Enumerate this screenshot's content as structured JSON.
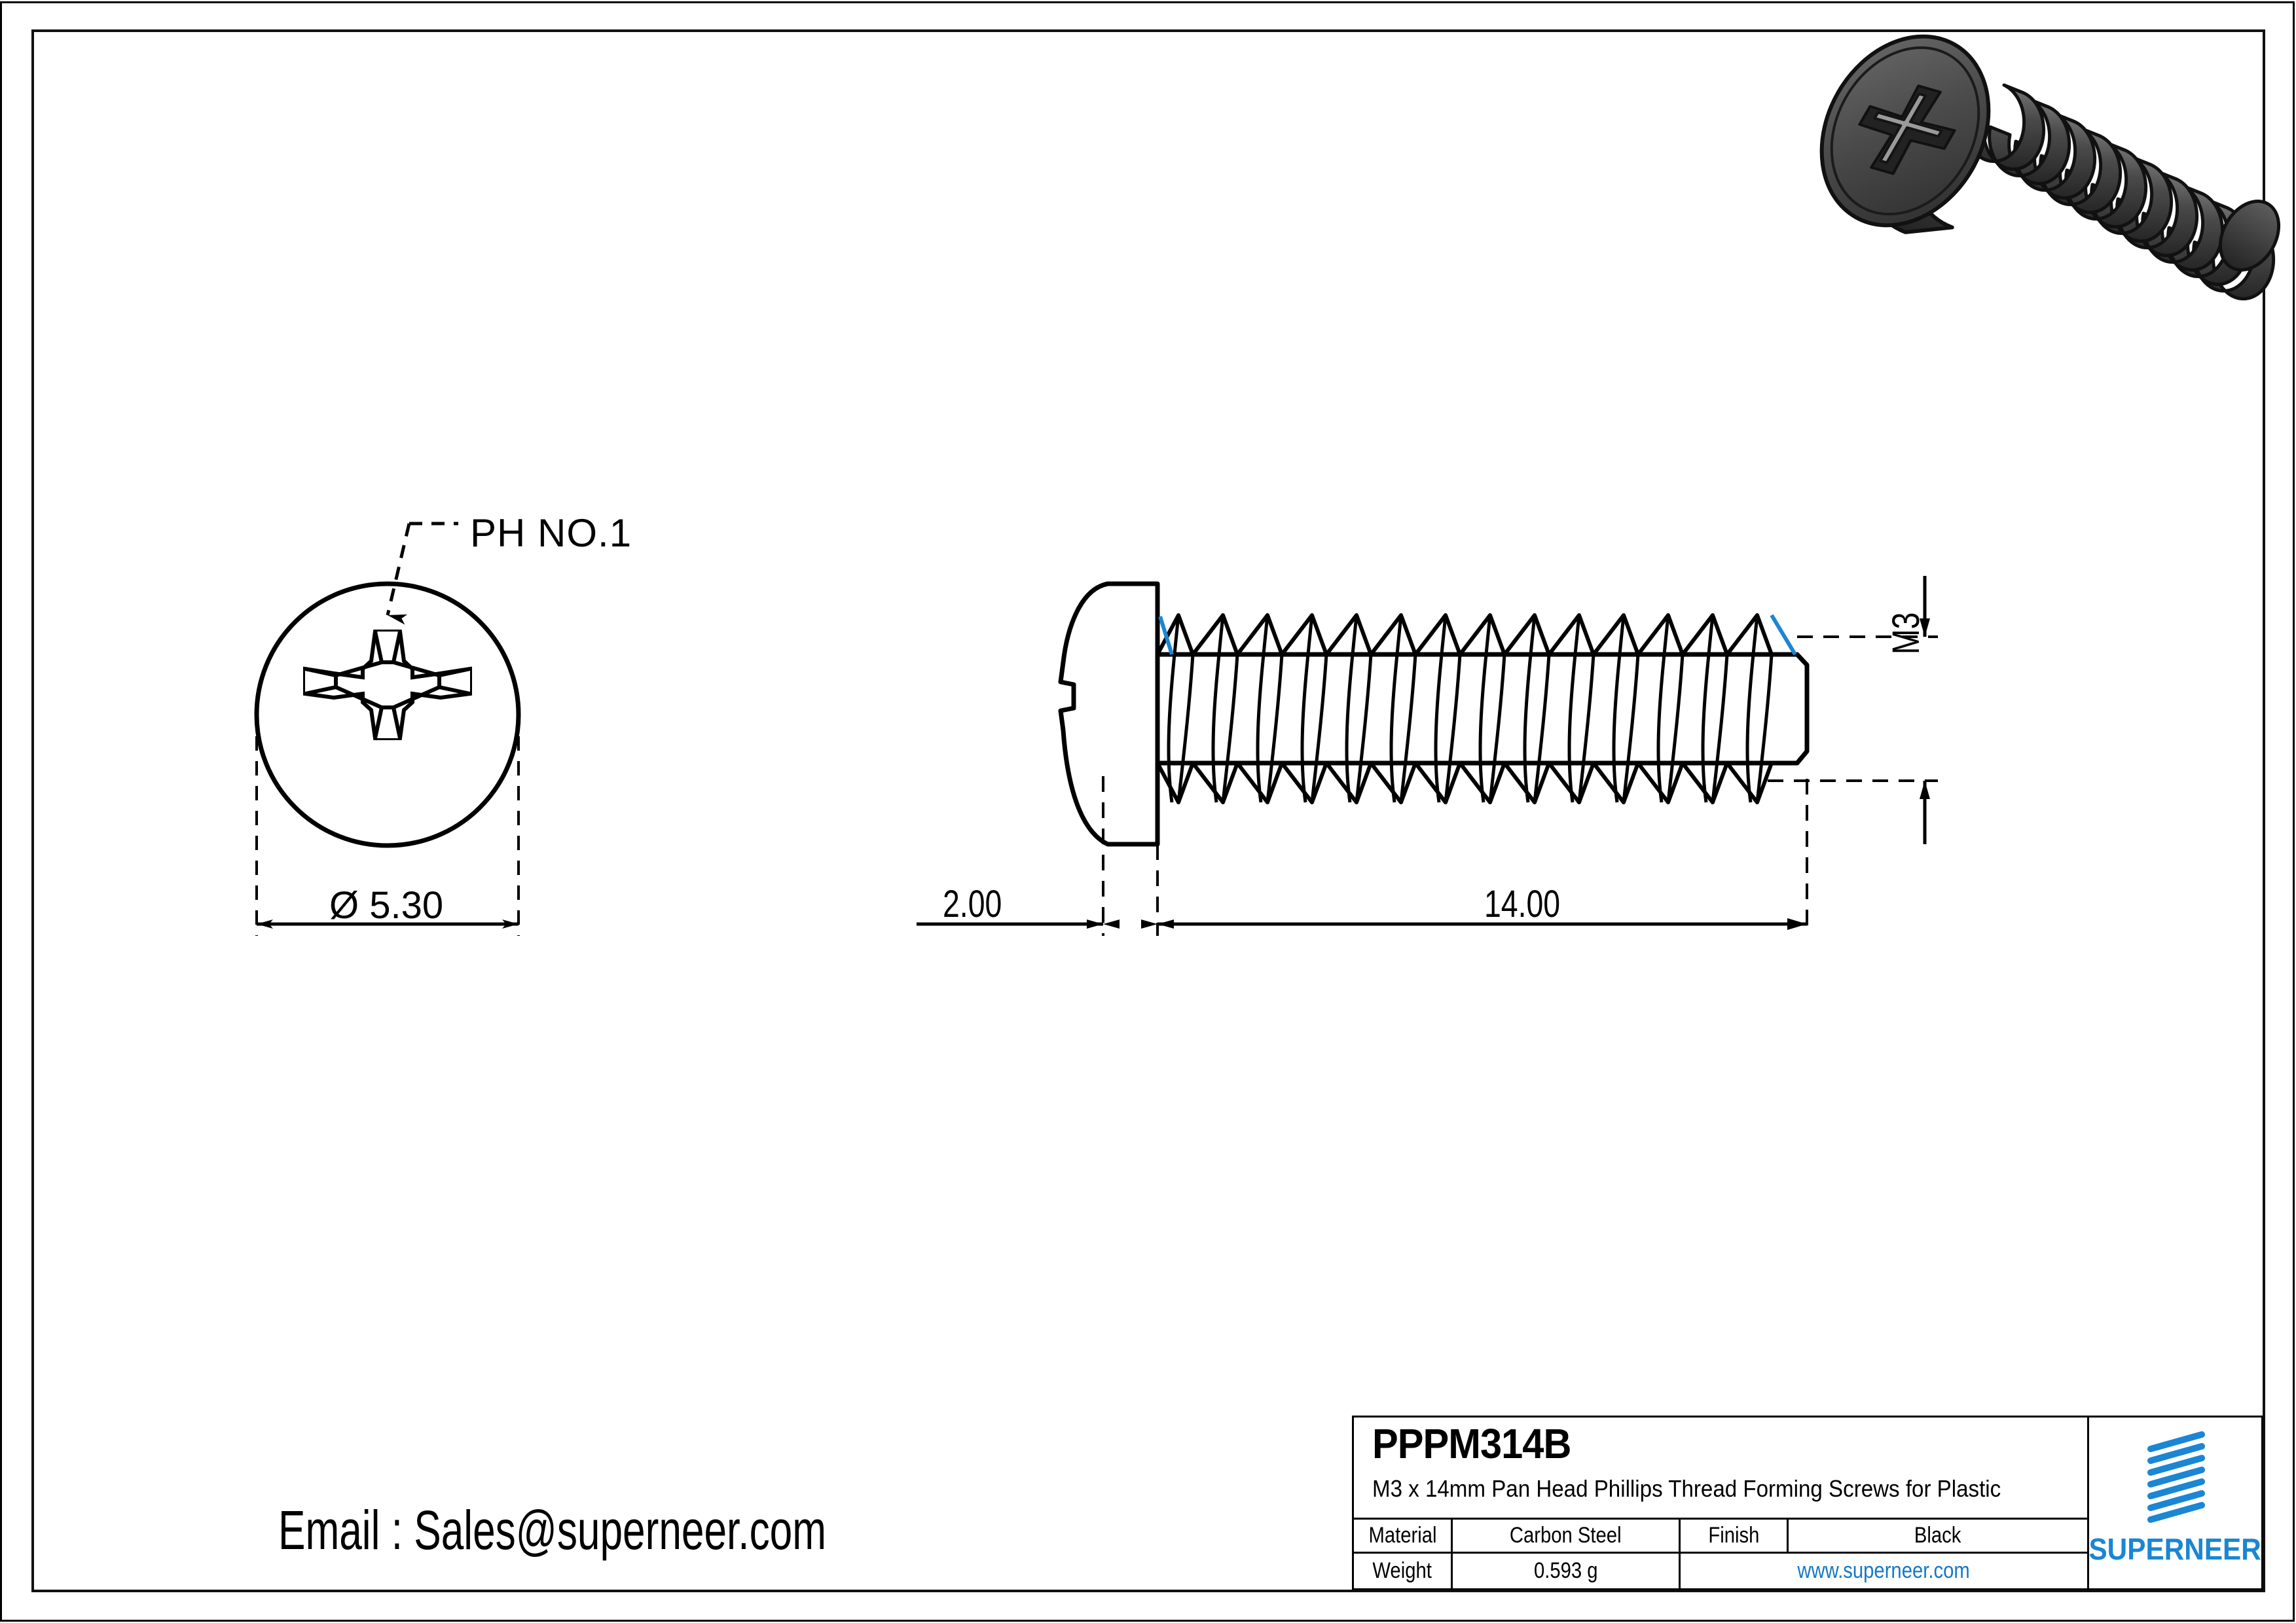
{
  "drawing": {
    "views": {
      "head_view": {
        "callout_label": "PH NO.1",
        "diameter_dim": "Ø 5.30"
      },
      "side_view": {
        "head_height_dim": "2.00",
        "length_dim": "14.00",
        "thread_dim": "M3"
      }
    },
    "contact": {
      "email_line": "Email : Sales@superneer.com"
    }
  },
  "title_block": {
    "part_number": "PPPM314B",
    "description": "M3 x 14mm Pan Head Phillips Thread Forming Screws for Plastic",
    "rows": [
      {
        "label": "Material",
        "value": "Carbon Steel",
        "label2": "Finish",
        "value2": "Black"
      },
      {
        "label": "Weight",
        "value": "0.593 g",
        "url": "www.superneer.com"
      }
    ],
    "brand": {
      "name": "SUPERNEER",
      "mark": "striped-parallelogram-logo"
    }
  },
  "colors": {
    "line": "#000000",
    "brand_blue": "#1a86d4",
    "url_blue": "#1478c8",
    "render_body": "#4a4a4a",
    "render_dark": "#2b2b2b",
    "render_light": "#6f6f6f"
  },
  "render_3d": {
    "name": "screw-isometric-render",
    "thread_turns": 13
  }
}
